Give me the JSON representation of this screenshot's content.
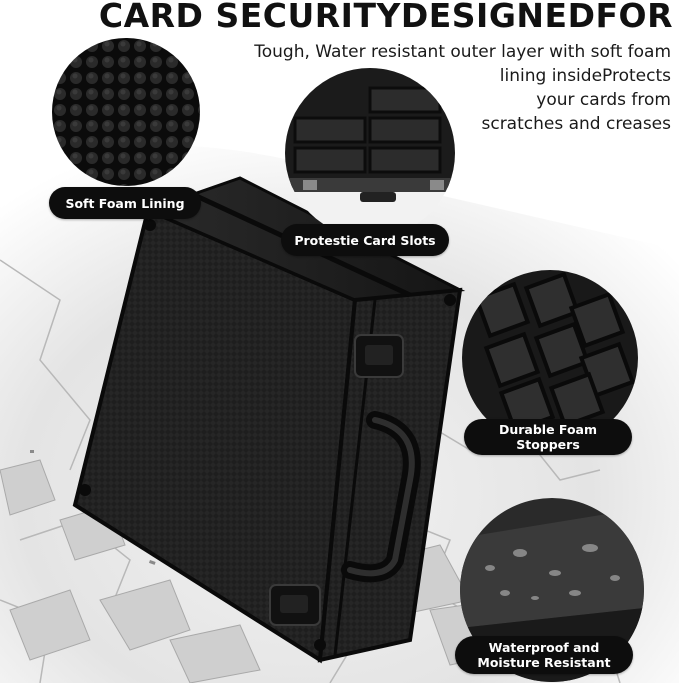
{
  "headline": "CARD SECURITYDESIGNEDFOR",
  "description_lines": [
    "Tough, Water resistant outer layer with soft foam",
    "lining insideProtects",
    "your cards from",
    "scratches and creases"
  ],
  "callouts": {
    "soft_foam": "Soft Foam Lining",
    "card_slots": "Protestie Card Slots",
    "stoppers_line1": "Durable Foam",
    "stoppers_line2": "Stoppers",
    "waterproof_line1": "Waterproof and",
    "waterproof_line2": "Moisture Resistant"
  },
  "colors": {
    "case_body": "#1c1c1c",
    "case_edge": "#0c0c0c",
    "rubble": "#d9d9d9",
    "pill_bg": "#0d0d0d",
    "pill_text": "#ffffff"
  },
  "icons": [
    "foam-lining-photo",
    "card-slots-photo",
    "foam-stoppers-photo",
    "waterproof-photo",
    "card-case-photo"
  ]
}
